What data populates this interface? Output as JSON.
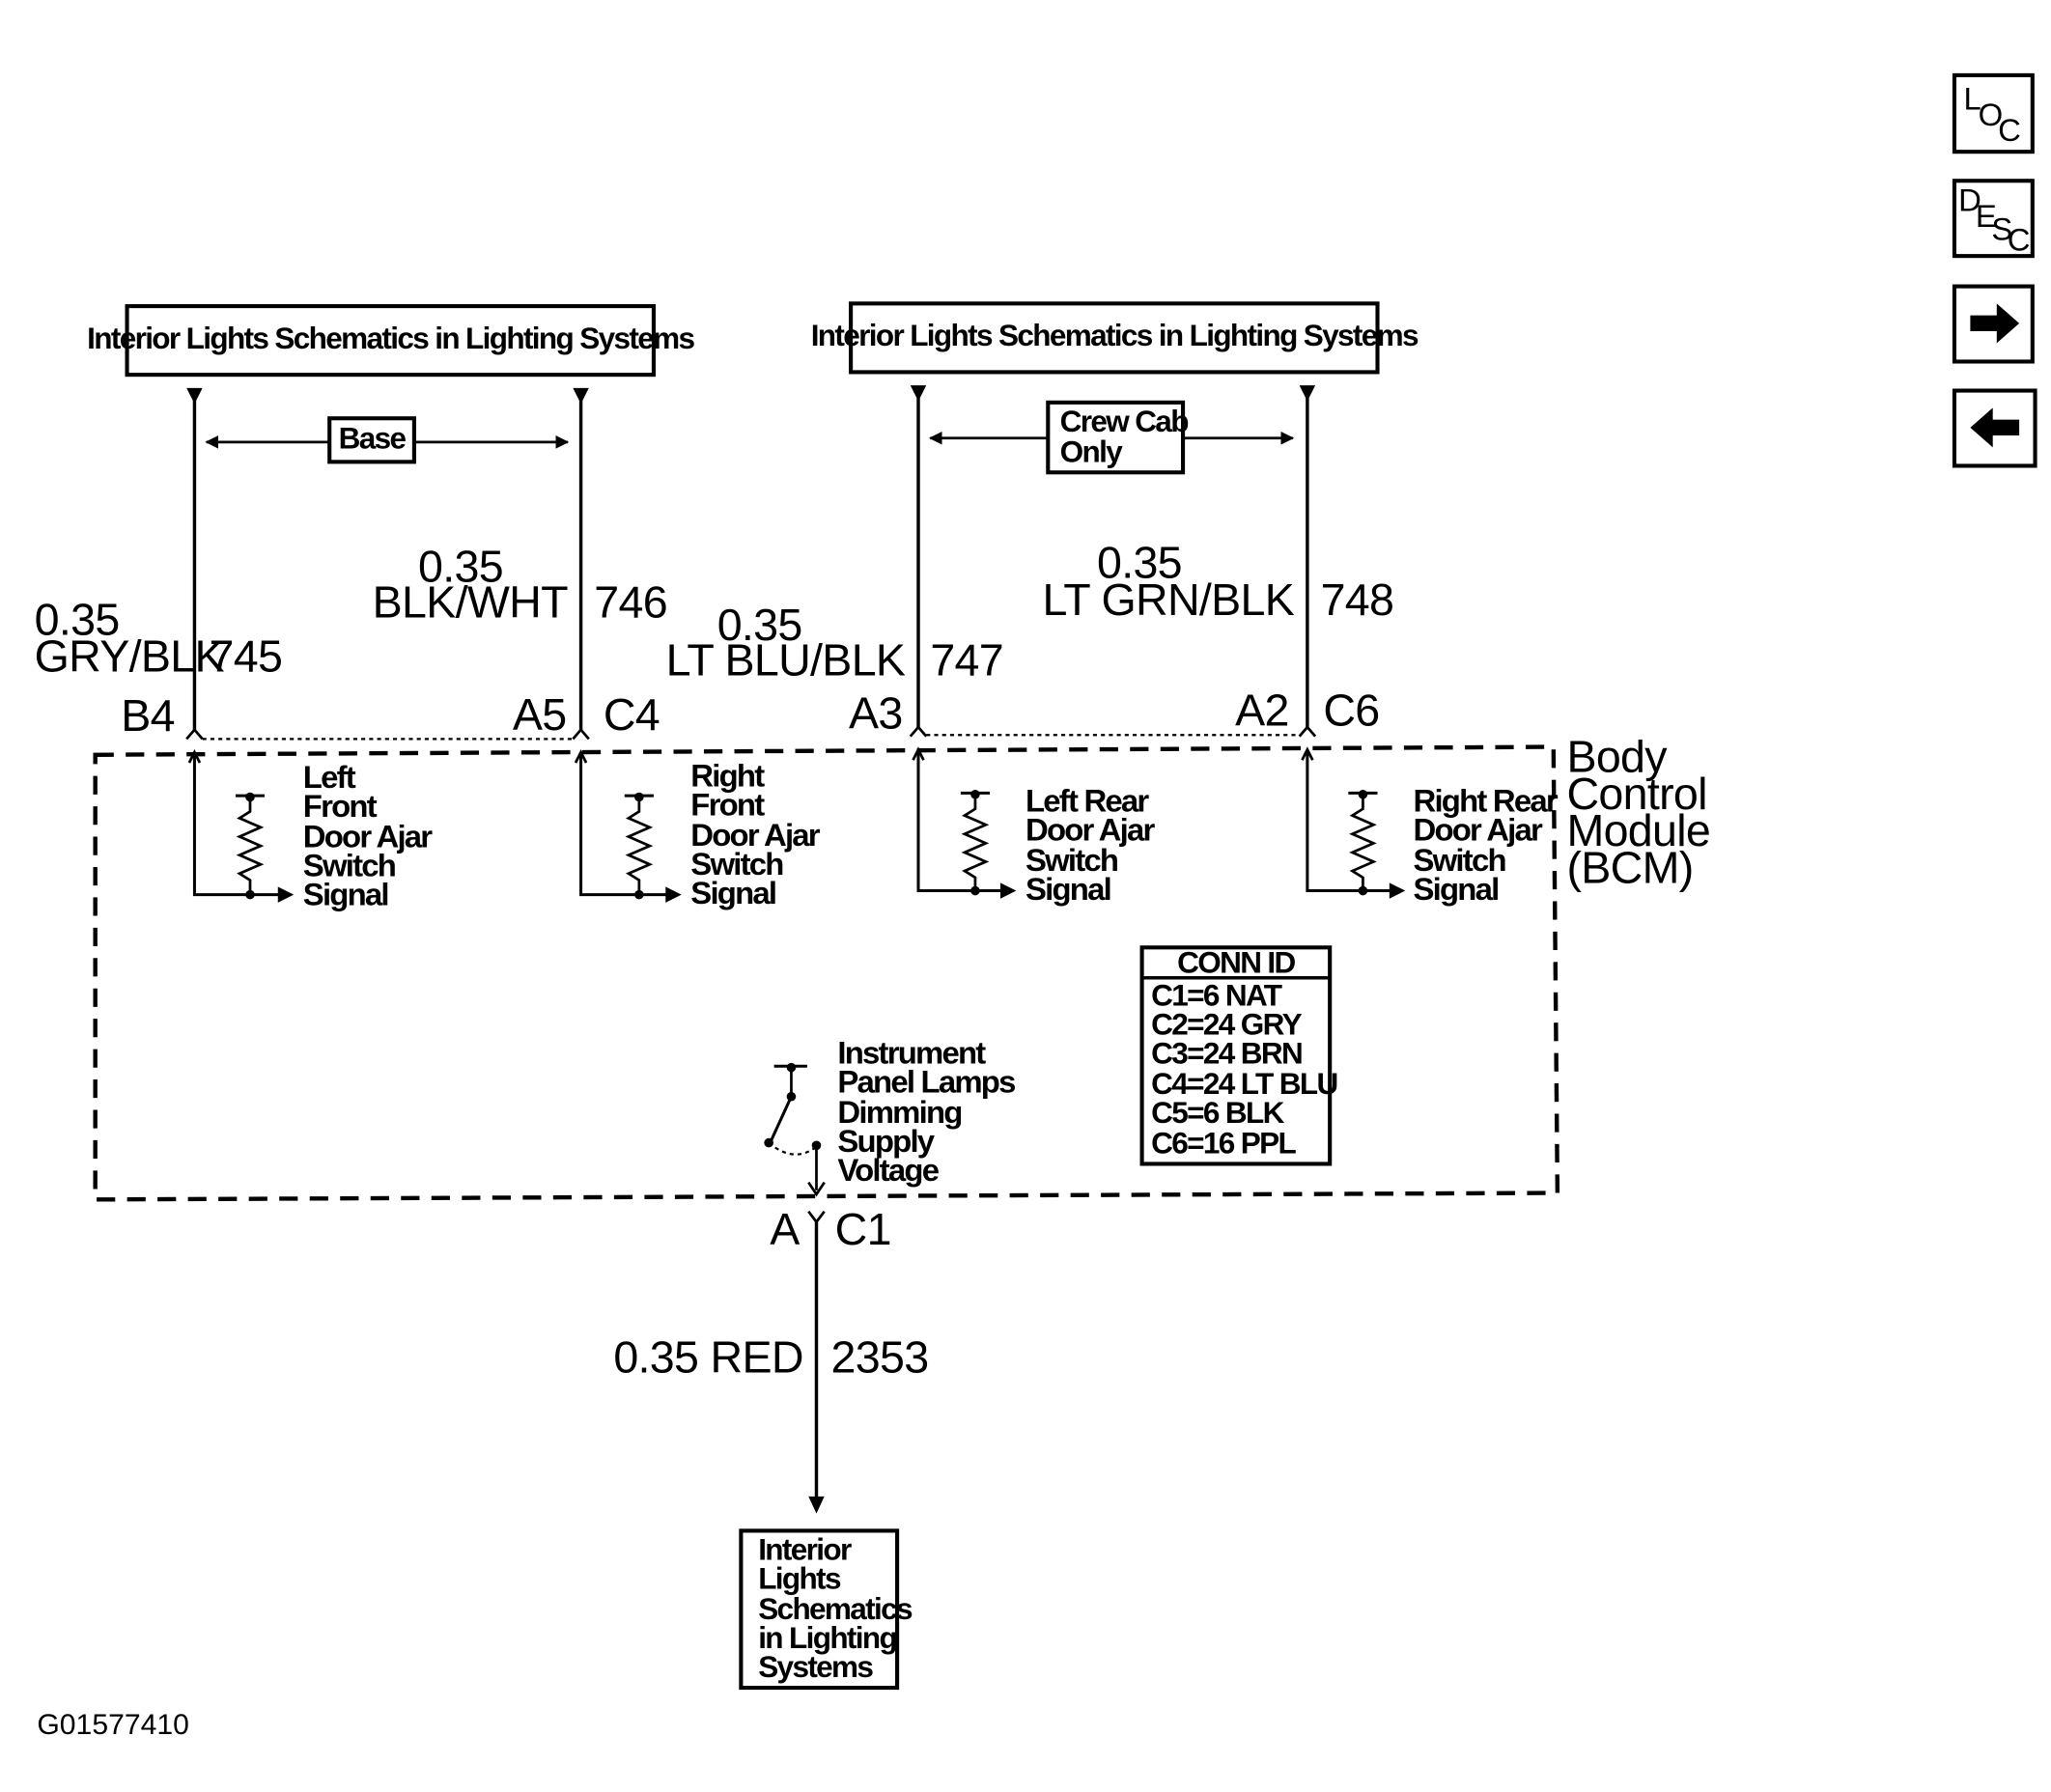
{
  "top_boxes": {
    "left": "Interior Lights Schematics in Lighting Systems",
    "right": "Interior Lights Schematics in Lighting Systems"
  },
  "option_labels": {
    "base": "Base",
    "crew_cab_line1": "Crew Cab",
    "crew_cab_line2": "Only"
  },
  "wires": [
    {
      "size": "0.35",
      "color": "GRY/BLK",
      "circuit": "745",
      "pin": "B4",
      "connector": ""
    },
    {
      "size": "0.35",
      "color": "BLK/WHT",
      "circuit": "746",
      "pin": "A5",
      "connector": "C4"
    },
    {
      "size": "0.35",
      "color": "LT BLU/BLK",
      "circuit": "747",
      "pin": "A3",
      "connector": ""
    },
    {
      "size": "0.35",
      "color": "LT GRN/BLK",
      "circuit": "748",
      "pin": "A2",
      "connector": "C6"
    }
  ],
  "switch_signals": [
    [
      "Left",
      "Front",
      "Door Ajar",
      "Switch",
      "Signal"
    ],
    [
      "Right",
      "Front",
      "Door Ajar",
      "Switch",
      "Signal"
    ],
    [
      "Left Rear",
      "Door Ajar",
      "Switch",
      "Signal"
    ],
    [
      "Right Rear",
      "Door Ajar",
      "Switch",
      "Signal"
    ]
  ],
  "module": {
    "name_lines": [
      "Body",
      "Control",
      "Module",
      "(BCM)"
    ]
  },
  "conn_id": {
    "title": "CONN ID",
    "rows": [
      "C1=6 NAT",
      "C2=24 GRY",
      "C3=24 BRN",
      "C4=24 LT BLU",
      "C5=6 BLK",
      "C6=16 PPL"
    ]
  },
  "dimming": {
    "label_lines": [
      "Instrument",
      "Panel Lamps",
      "Dimming",
      "Supply",
      "Voltage"
    ]
  },
  "bottom_wire": {
    "pin": "A",
    "connector": "C1",
    "size_color": "0.35 RED",
    "circuit": "2353"
  },
  "bottom_box": {
    "lines": [
      "Interior",
      "Lights",
      "Schematics",
      "in Lighting",
      "Systems"
    ]
  },
  "figure_id": "G01577410",
  "nav_buttons": [
    {
      "name": "loc",
      "chars": [
        "L",
        "O",
        "C"
      ]
    },
    {
      "name": "desc",
      "chars": [
        "D",
        "E",
        "S",
        "C"
      ]
    },
    {
      "name": "forward",
      "icon": "right-arrow-icon"
    },
    {
      "name": "back",
      "icon": "left-arrow-icon"
    }
  ]
}
